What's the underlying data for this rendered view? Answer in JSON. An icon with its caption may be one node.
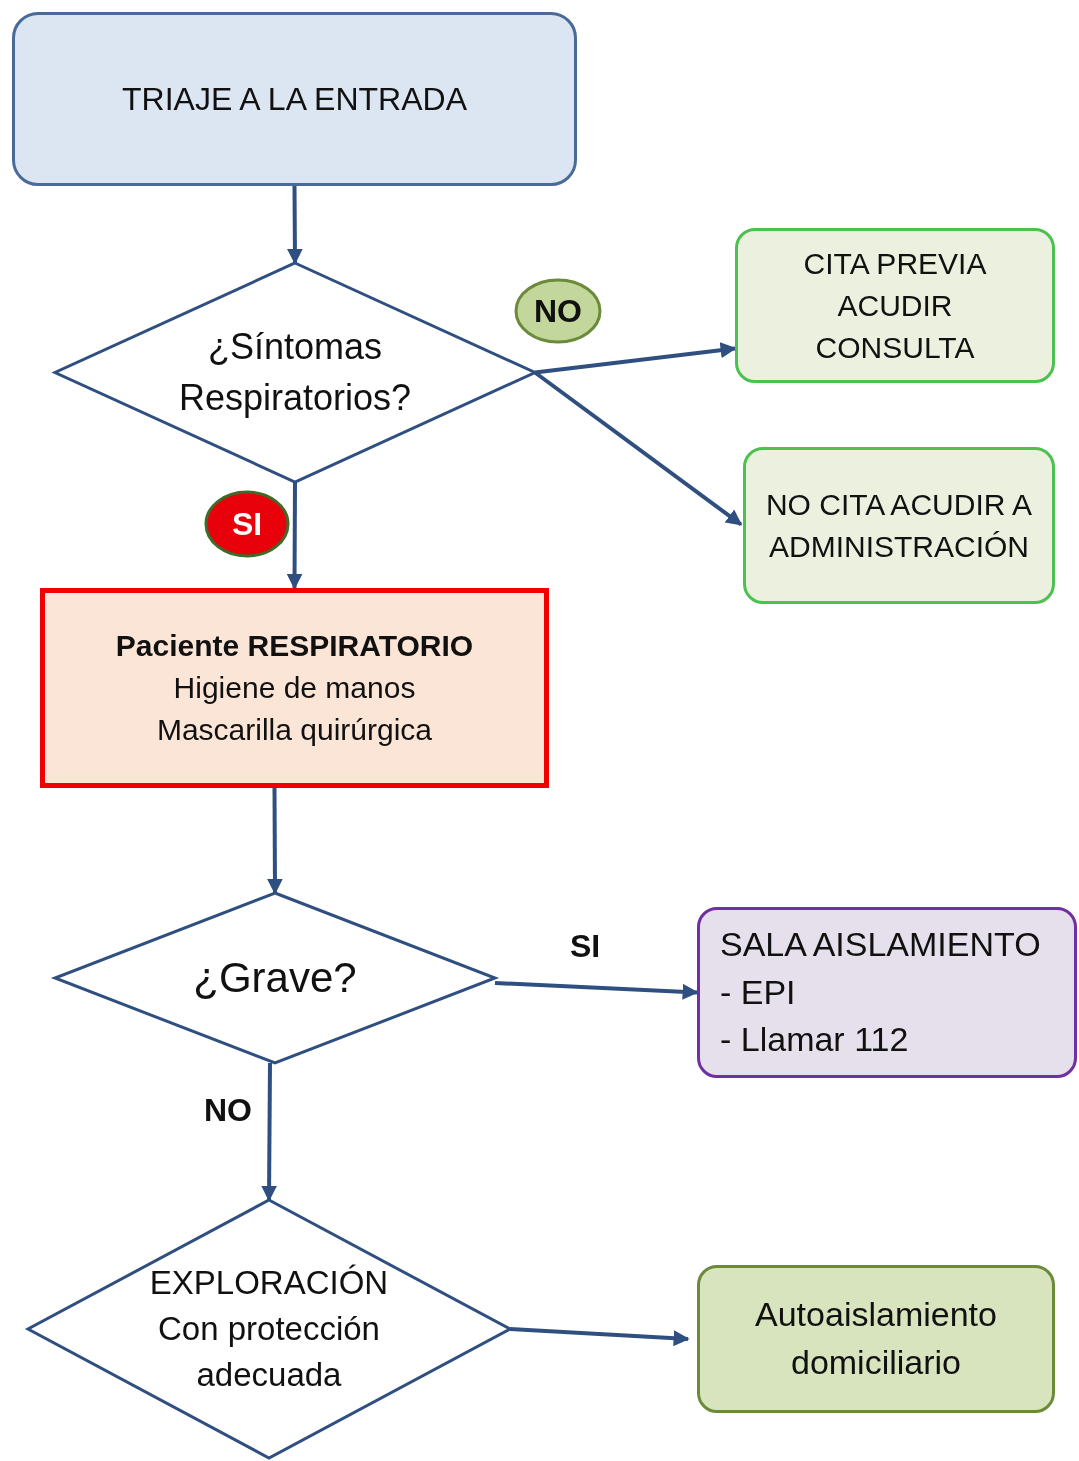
{
  "diagram": {
    "nodes": [
      {
        "text": [
          "TRIAJE A LA ENTRADA"
        ]
      },
      {
        "text": [
          "¿Síntomas Respiratorios?"
        ]
      },
      {
        "text": [
          "NO"
        ]
      },
      {
        "text": [
          "CITA PREVIA ACUDIR CONSULTA"
        ]
      },
      {
        "text": [
          "NO CITA ACUDIR A ADMINISTRACIÓN"
        ]
      },
      {
        "text": [
          "SI"
        ]
      },
      {
        "text": [
          "Paciente RESPIRATORIO",
          "Higiene de manos",
          "Mascarilla quirúrgica"
        ]
      },
      {
        "text": [
          "¿Grave?"
        ]
      },
      {
        "text": [
          "SALA AISLAMIENTO",
          "- EPI",
          "- Llamar 112"
        ]
      },
      {
        "text": [
          "EXPLORACIÓN Con protección adecuada"
        ]
      },
      {
        "text": [
          "Autoaislamiento domiciliario"
        ]
      }
    ],
    "edges": [
      {
        "from": 0,
        "to": 1,
        "arrow": "to"
      },
      {
        "from": 1,
        "to": 3,
        "arrow": "to"
      },
      {
        "from": 1,
        "to": 4,
        "arrow": "to"
      },
      {
        "from": 1,
        "to": 6,
        "arrow": "to"
      },
      {
        "from": 6,
        "to": 7,
        "arrow": "to"
      },
      {
        "from": 7,
        "to": 8,
        "arrow": "to",
        "label": "SI"
      },
      {
        "from": 7,
        "to": 9,
        "arrow": "to",
        "label": "NO"
      },
      {
        "from": 9,
        "to": 10,
        "arrow": "to"
      }
    ]
  }
}
